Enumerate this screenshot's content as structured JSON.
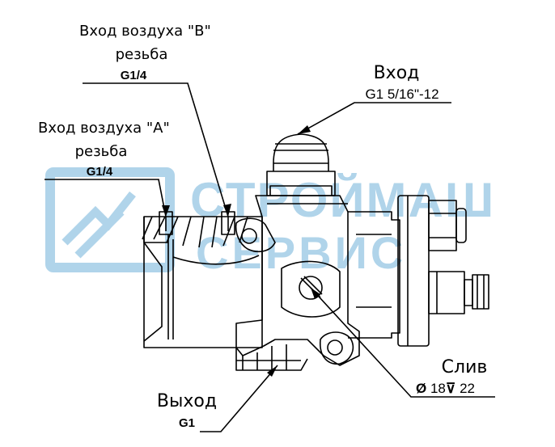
{
  "watermark": {
    "line1": "СТРОЙМАШ",
    "line2": "СЕРВИС",
    "color": "#8fc3e2"
  },
  "labels": {
    "air_b_title": "Вход воздуха \"B\"",
    "air_b_thread_word": "резьба",
    "air_b_thread": "G1/4",
    "air_a_title": "Вход воздуха \"A\"",
    "air_a_thread_word": "резьба",
    "air_a_thread": "G1/4",
    "inlet_title": "Вход",
    "inlet_thread": "G1 5/16\"-12",
    "drain_title": "Слив",
    "drain_diameter_symbol": "Ø",
    "drain_diameter": "18",
    "drain_depth_symbol": "⊽",
    "drain_depth": "22",
    "outlet_title": "Выход",
    "outlet_thread": "G1"
  }
}
